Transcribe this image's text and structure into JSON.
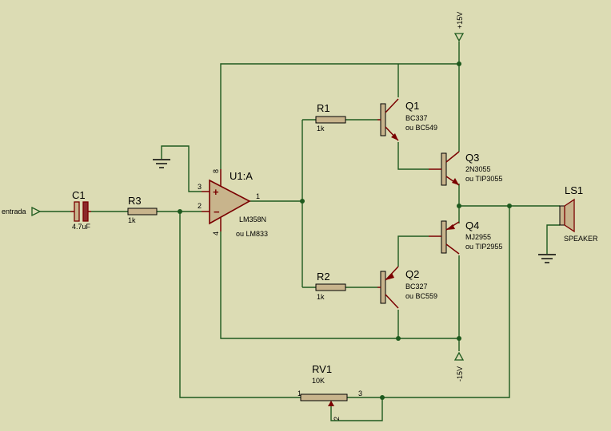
{
  "colors": {
    "background": "#dcdcb4",
    "wire": "#1e5a1e",
    "component_outline": "#7a0000",
    "component_body": "#c8b48c",
    "opamp_fill": "#c8b48c"
  },
  "input": {
    "label": "entrada"
  },
  "c1": {
    "ref": "C1",
    "value": "4.7uF"
  },
  "r3": {
    "ref": "R3",
    "value": "1k"
  },
  "r1": {
    "ref": "R1",
    "value": "1k"
  },
  "r2": {
    "ref": "R2",
    "value": "1k"
  },
  "u1": {
    "ref": "U1:A",
    "value": "LM358N",
    "alt": "ou  LM833",
    "plus": "+",
    "minus": "−",
    "pin_out": "1",
    "pin_inv": "2",
    "pin_noninv": "3",
    "pin_vcc": "8",
    "pin_gnd": "4"
  },
  "q1": {
    "ref": "Q1",
    "part": "BC337",
    "alt": "ou BC549"
  },
  "q2": {
    "ref": "Q2",
    "part": "BC327",
    "alt": "ou BC559"
  },
  "q3": {
    "ref": "Q3",
    "part": "2N3055",
    "alt": "ou TIP3055"
  },
  "q4": {
    "ref": "Q4",
    "part": "MJ2955",
    "alt": "ou TIP2955"
  },
  "ls1": {
    "ref": "LS1",
    "value": "SPEAKER"
  },
  "rv1": {
    "ref": "RV1",
    "value": "10K",
    "pin1": "1",
    "pin2": "2",
    "pin3": "3"
  },
  "vpos": {
    "label": "+15V"
  },
  "vneg": {
    "label": "-15V"
  }
}
